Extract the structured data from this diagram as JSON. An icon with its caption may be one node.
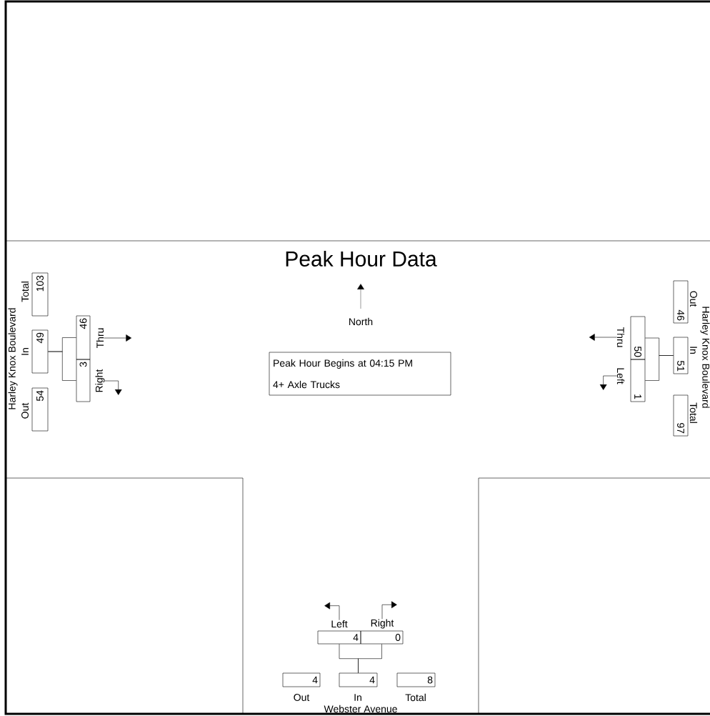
{
  "diagram": {
    "title": "Peak Hour Data",
    "nodes": [
      {
        "text": [
          "Peak Hour Begins at 04:15 PM",
          "4+ Axle Trucks"
        ]
      },
      {
        "text": [
          "Total",
          "103"
        ]
      },
      {
        "text": [
          "In",
          "49"
        ]
      },
      {
        "text": [
          "Out",
          "54"
        ]
      },
      {
        "text": [
          "Thru",
          "46"
        ]
      },
      {
        "text": [
          "Right",
          "3"
        ]
      },
      {
        "text": [
          "Out",
          "46"
        ]
      },
      {
        "text": [
          "In",
          "51"
        ]
      },
      {
        "text": [
          "Total",
          "97"
        ]
      },
      {
        "text": [
          "Thru",
          "50"
        ]
      },
      {
        "text": [
          "Left",
          "1"
        ]
      },
      {
        "text": [
          "Left",
          "4"
        ]
      },
      {
        "text": [
          "Right",
          "0"
        ]
      },
      {
        "text": [
          "Out",
          "4"
        ]
      },
      {
        "text": [
          "In",
          "4"
        ]
      },
      {
        "text": [
          "Total",
          "8"
        ]
      }
    ],
    "edges": [
      {
        "from": 2,
        "to": 4,
        "arrow": "none"
      },
      {
        "from": 2,
        "to": 5,
        "arrow": "none"
      },
      {
        "from": 4,
        "to": null,
        "arrow": "to"
      },
      {
        "from": 5,
        "to": null,
        "arrow": "to"
      },
      {
        "from": 7,
        "to": 9,
        "arrow": "none"
      },
      {
        "from": 7,
        "to": 10,
        "arrow": "none"
      },
      {
        "from": 9,
        "to": null,
        "arrow": "to"
      },
      {
        "from": 10,
        "to": null,
        "arrow": "to"
      },
      {
        "from": 14,
        "to": 11,
        "arrow": "none"
      },
      {
        "from": 14,
        "to": 12,
        "arrow": "none"
      },
      {
        "from": 11,
        "to": null,
        "arrow": "to"
      },
      {
        "from": 12,
        "to": null,
        "arrow": "to"
      }
    ],
    "labels": [
      "North",
      "Harley Knox Boulevard",
      "Harley Knox Boulevard",
      "Webster Avenue"
    ]
  }
}
